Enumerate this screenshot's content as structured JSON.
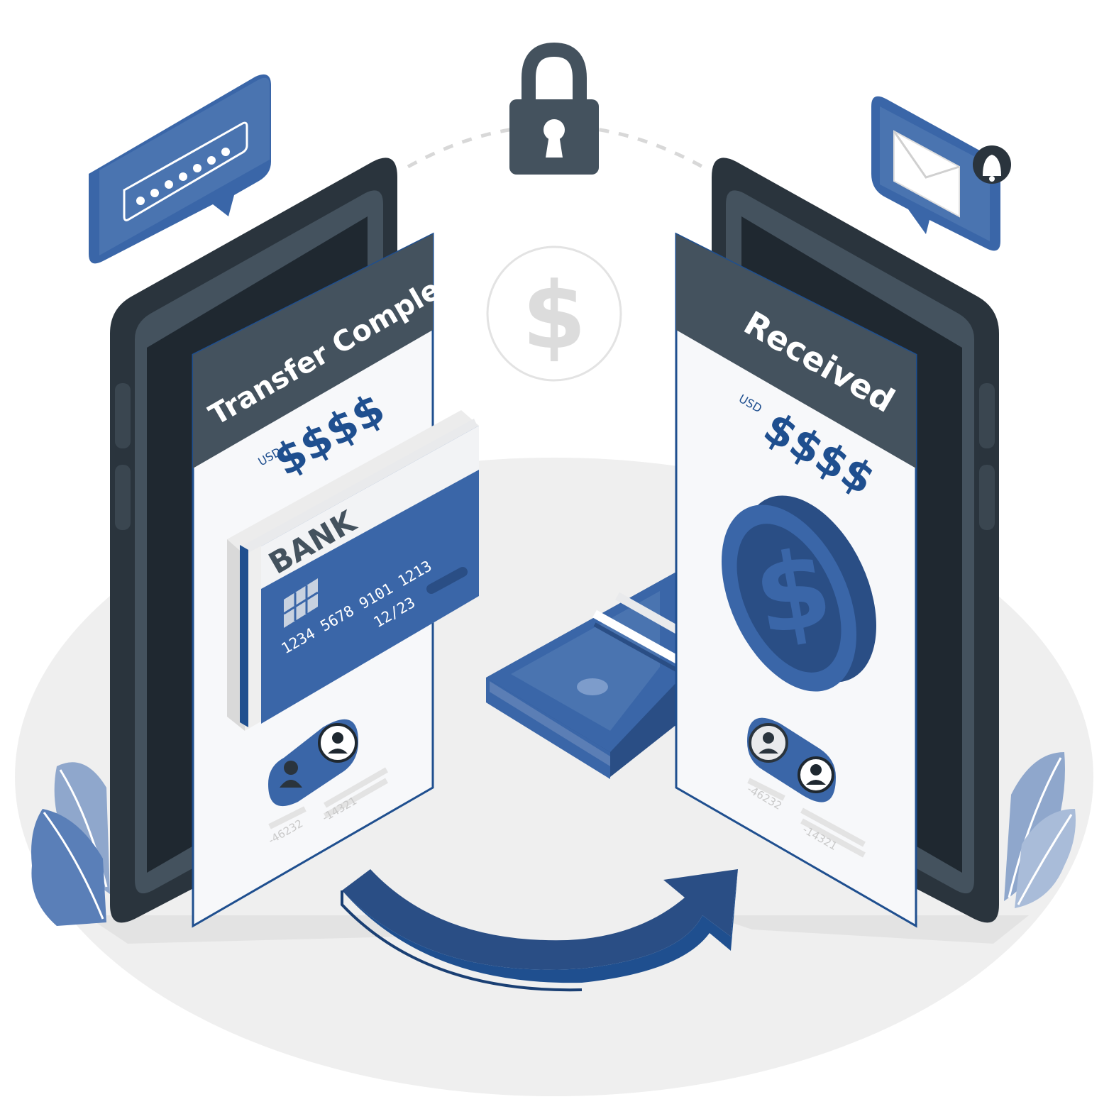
{
  "colors": {
    "brand_blue": "#3a66a8",
    "dark_blue": "#1f4f8f",
    "phone_dark": "#2a343d",
    "phone_frame": "#44525e",
    "screen_bg": "#f7f8fa",
    "accent_light": "#8fa7cc",
    "floor": "#efefef"
  },
  "sender": {
    "title": "Transfer Completed",
    "currency": "USD",
    "amount": "$$$$",
    "card": {
      "bank_label": "BANK",
      "number": "1234 5678 9101 1213",
      "expiry": "12/23"
    },
    "user_codes": [
      "-46232",
      "-14321"
    ]
  },
  "receiver": {
    "title": "Received",
    "currency": "USD",
    "amount": "$$$$",
    "user_codes": [
      "-46232",
      "-14321"
    ]
  },
  "icons": {
    "lock": "lock-icon",
    "coin": "dollar-coin-icon",
    "password_bubble": "password-bubble-icon",
    "mail_bubble": "mail-notification-icon",
    "bell": "bell-icon",
    "arrow": "transfer-arrow-icon",
    "cash": "cash-stack-icon",
    "center_coin": "center-dollar-icon"
  },
  "center_symbol": "$"
}
